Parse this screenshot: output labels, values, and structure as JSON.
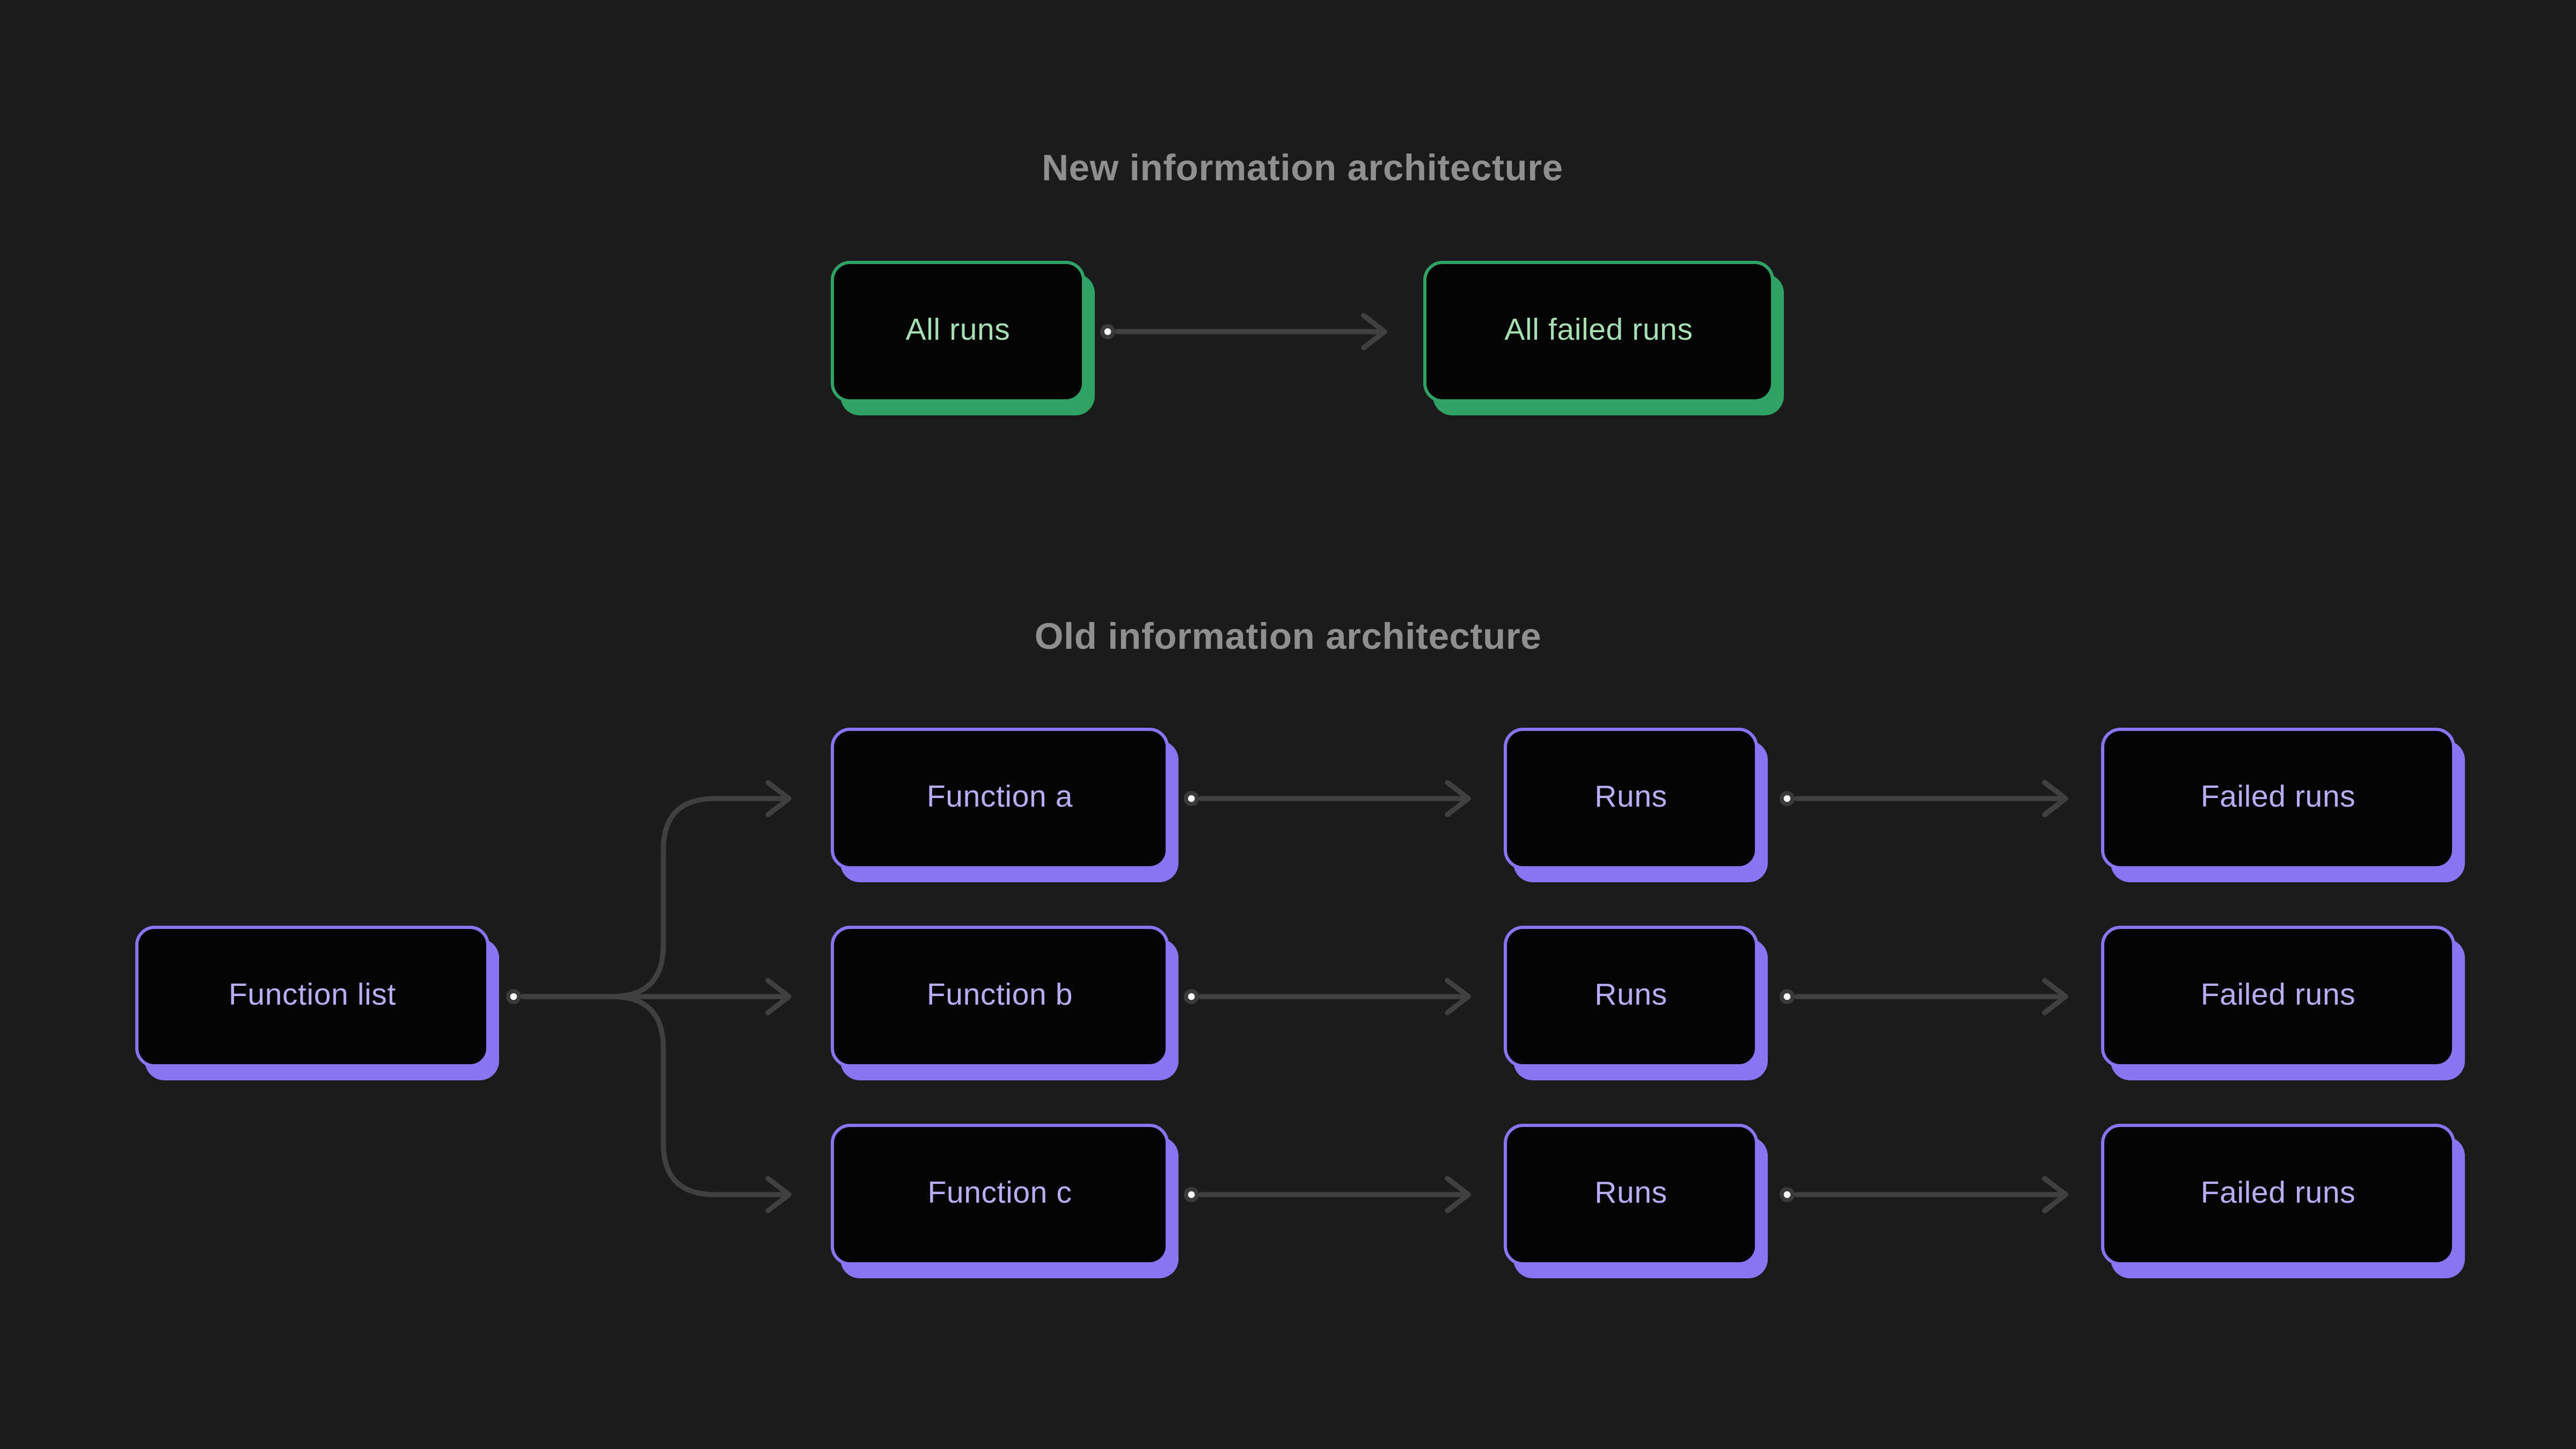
{
  "page": {
    "background_color": "#1b1b1c",
    "title_color": "#8f8f91"
  },
  "connector_style": {
    "line_color": "#404042",
    "dot_fill_color": "#fafafa",
    "dot_ring_color": "#3a3a3c"
  },
  "sections": {
    "new": {
      "title": "New information architecture",
      "accent_color": "#2fa265",
      "label_color": "#a6dfb4",
      "nodes": {
        "all_runs": {
          "label": "All runs"
        },
        "all_failed_runs": {
          "label": "All failed runs"
        }
      }
    },
    "old": {
      "title": "Old information architecture",
      "accent_color": "#8974f4",
      "label_color": "#b9adf4",
      "nodes": {
        "function_list": {
          "label": "Function list"
        },
        "function_a": {
          "label": "Function a"
        },
        "function_b": {
          "label": "Function b"
        },
        "function_c": {
          "label": "Function c"
        },
        "runs_a": {
          "label": "Runs"
        },
        "runs_b": {
          "label": "Runs"
        },
        "runs_c": {
          "label": "Runs"
        },
        "failed_runs_a": {
          "label": "Failed runs"
        },
        "failed_runs_b": {
          "label": "Failed runs"
        },
        "failed_runs_c": {
          "label": "Failed runs"
        }
      }
    }
  }
}
